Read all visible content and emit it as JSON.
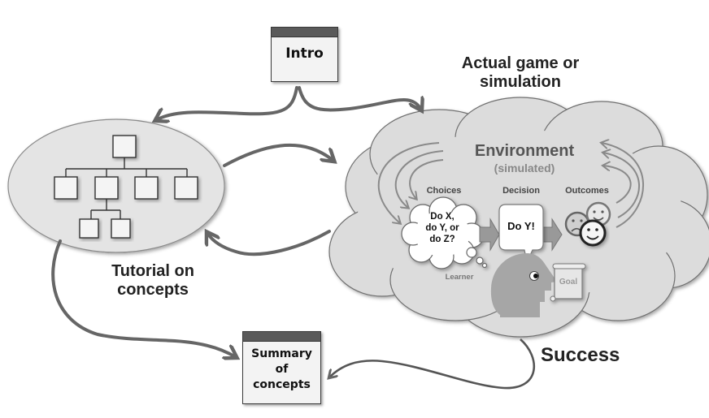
{
  "diagram": {
    "intro": {
      "label": "Intro"
    },
    "game": {
      "title_line1": "Actual game or",
      "title_line2": "simulation"
    },
    "tutorial": {
      "label_line1": "Tutorial on",
      "label_line2": "concepts"
    },
    "summary": {
      "label_line1": "Summary",
      "label_line2": "of",
      "label_line3": "concepts"
    },
    "success": {
      "label": "Success"
    },
    "environment": {
      "title": "Environment",
      "subtitle": "(simulated)",
      "choices": {
        "heading": "Choices",
        "line1": "Do X,",
        "line2": "do Y, or",
        "line3": "do Z?"
      },
      "decision": {
        "heading": "Decision",
        "text": "Do Y!"
      },
      "outcomes": {
        "heading": "Outcomes",
        "faces": [
          "sad",
          "happy",
          "happy"
        ]
      },
      "learner": {
        "label": "Learner"
      },
      "goal": {
        "label": "Goal"
      }
    },
    "colors": {
      "arrow": "#6a6a6a",
      "cloud_fill": "#dcdcdc",
      "ellipse_fill": "#e4e4e4",
      "doc_header": "#5a5a5a",
      "head_fill": "#a6a6a6"
    }
  }
}
